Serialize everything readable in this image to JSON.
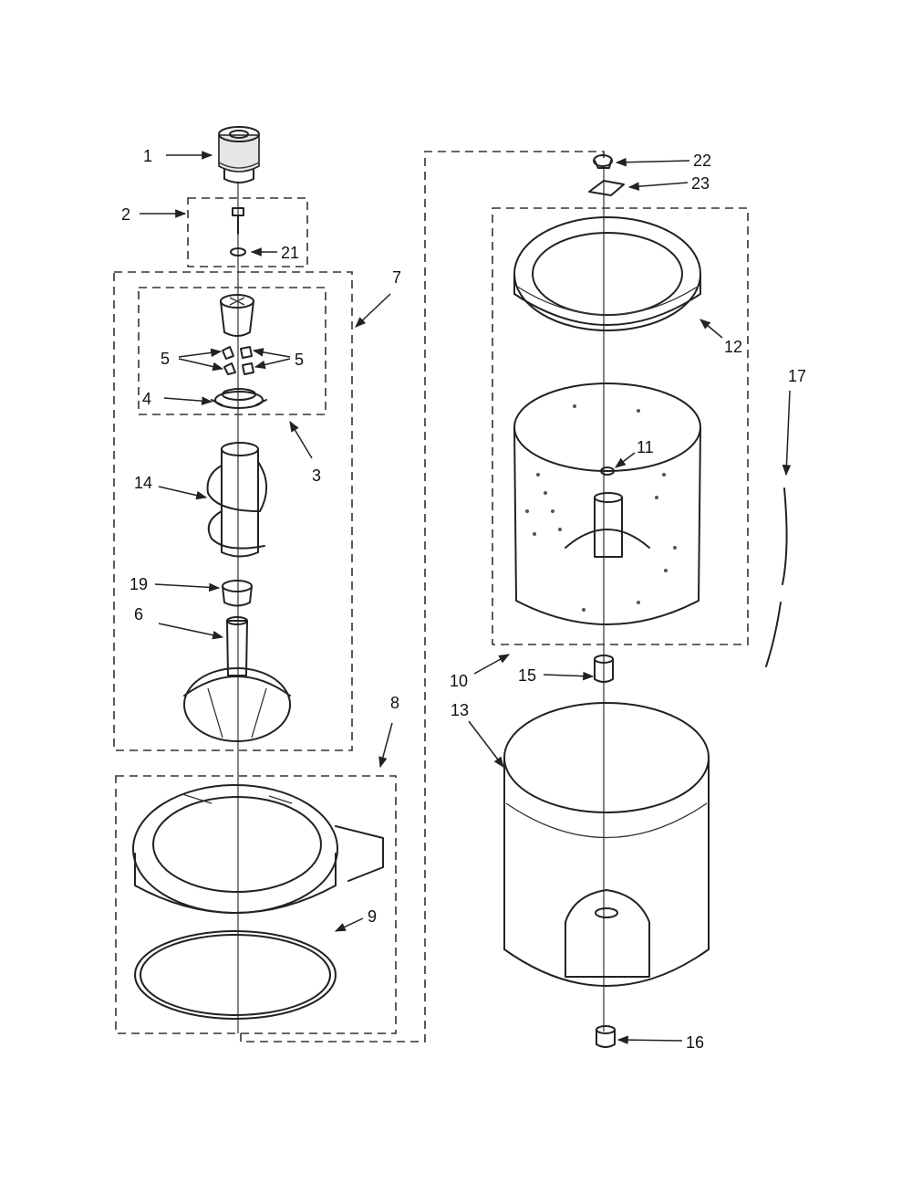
{
  "diagram": {
    "callouts": [
      {
        "id": "c1",
        "text": "1"
      },
      {
        "id": "c2",
        "text": "2"
      },
      {
        "id": "c3",
        "text": "3"
      },
      {
        "id": "c4",
        "text": "4"
      },
      {
        "id": "c5a",
        "text": "5"
      },
      {
        "id": "c5b",
        "text": "5"
      },
      {
        "id": "c6",
        "text": "6"
      },
      {
        "id": "c7",
        "text": "7"
      },
      {
        "id": "c8",
        "text": "8"
      },
      {
        "id": "c9",
        "text": "9"
      },
      {
        "id": "c10",
        "text": "10"
      },
      {
        "id": "c11",
        "text": "11"
      },
      {
        "id": "c12",
        "text": "12"
      },
      {
        "id": "c13",
        "text": "13"
      },
      {
        "id": "c14",
        "text": "14"
      },
      {
        "id": "c15",
        "text": "15"
      },
      {
        "id": "c16",
        "text": "16"
      },
      {
        "id": "c17",
        "text": "17"
      },
      {
        "id": "c19",
        "text": "19"
      },
      {
        "id": "c21",
        "text": "21"
      },
      {
        "id": "c22",
        "text": "22"
      },
      {
        "id": "c23",
        "text": "23"
      }
    ]
  }
}
